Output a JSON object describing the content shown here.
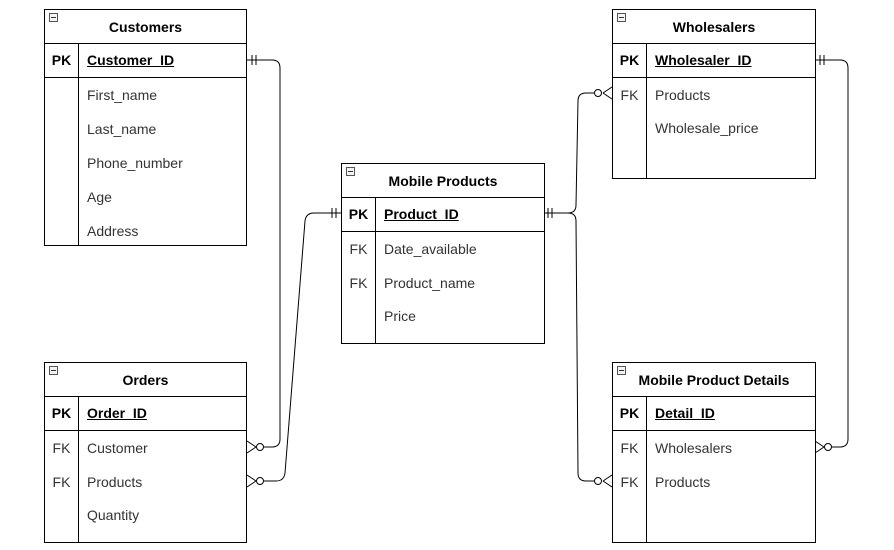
{
  "entities": {
    "customers": {
      "title": "Customers",
      "pk_label": "PK",
      "pk_name": "Customer_ID",
      "fields": [
        {
          "key": "",
          "name": "First_name"
        },
        {
          "key": "",
          "name": "Last_name"
        },
        {
          "key": "",
          "name": "Phone_number"
        },
        {
          "key": "",
          "name": "Age"
        },
        {
          "key": "",
          "name": "Address"
        }
      ]
    },
    "orders": {
      "title": "Orders",
      "pk_label": "PK",
      "pk_name": "Order_ID",
      "fields": [
        {
          "key": "FK",
          "name": "Customer"
        },
        {
          "key": "FK",
          "name": "Products"
        },
        {
          "key": "",
          "name": "Quantity"
        }
      ]
    },
    "mobile_products": {
      "title": "Mobile Products",
      "pk_label": "PK",
      "pk_name": "Product_ID",
      "fields": [
        {
          "key": "FK",
          "name": "Date_available"
        },
        {
          "key": "FK",
          "name": "Product_name"
        },
        {
          "key": "",
          "name": "Price"
        }
      ]
    },
    "wholesalers": {
      "title": "Wholesalers",
      "pk_label": "PK",
      "pk_name": "Wholesaler_ID",
      "fields": [
        {
          "key": "FK",
          "name": "Products"
        },
        {
          "key": "",
          "name": "Wholesale_price"
        }
      ]
    },
    "mobile_product_details": {
      "title": "Mobile Product Details",
      "pk_label": "PK",
      "pk_name": "Detail_ID",
      "fields": [
        {
          "key": "FK",
          "name": "Wholesalers"
        },
        {
          "key": "FK",
          "name": "Products"
        }
      ]
    }
  },
  "relationships": [
    {
      "from": "Customers.Customer_ID",
      "to": "Orders.Customer",
      "from_cardinality": "one-and-only-one",
      "to_cardinality": "zero-or-many"
    },
    {
      "from": "Mobile Products.Product_ID",
      "to": "Orders.Products",
      "from_cardinality": "one-and-only-one",
      "to_cardinality": "zero-or-many"
    },
    {
      "from": "Mobile Products.Product_ID",
      "to": "Wholesalers.Products",
      "from_cardinality": "one-and-only-one",
      "to_cardinality": "zero-or-many"
    },
    {
      "from": "Mobile Products.Product_ID",
      "to": "Mobile Product Details.Products",
      "from_cardinality": "one-and-only-one",
      "to_cardinality": "zero-or-many"
    },
    {
      "from": "Wholesalers.Wholesaler_ID",
      "to": "Mobile Product Details.Wholesalers",
      "from_cardinality": "one-and-only-one",
      "to_cardinality": "zero-or-many"
    }
  ]
}
